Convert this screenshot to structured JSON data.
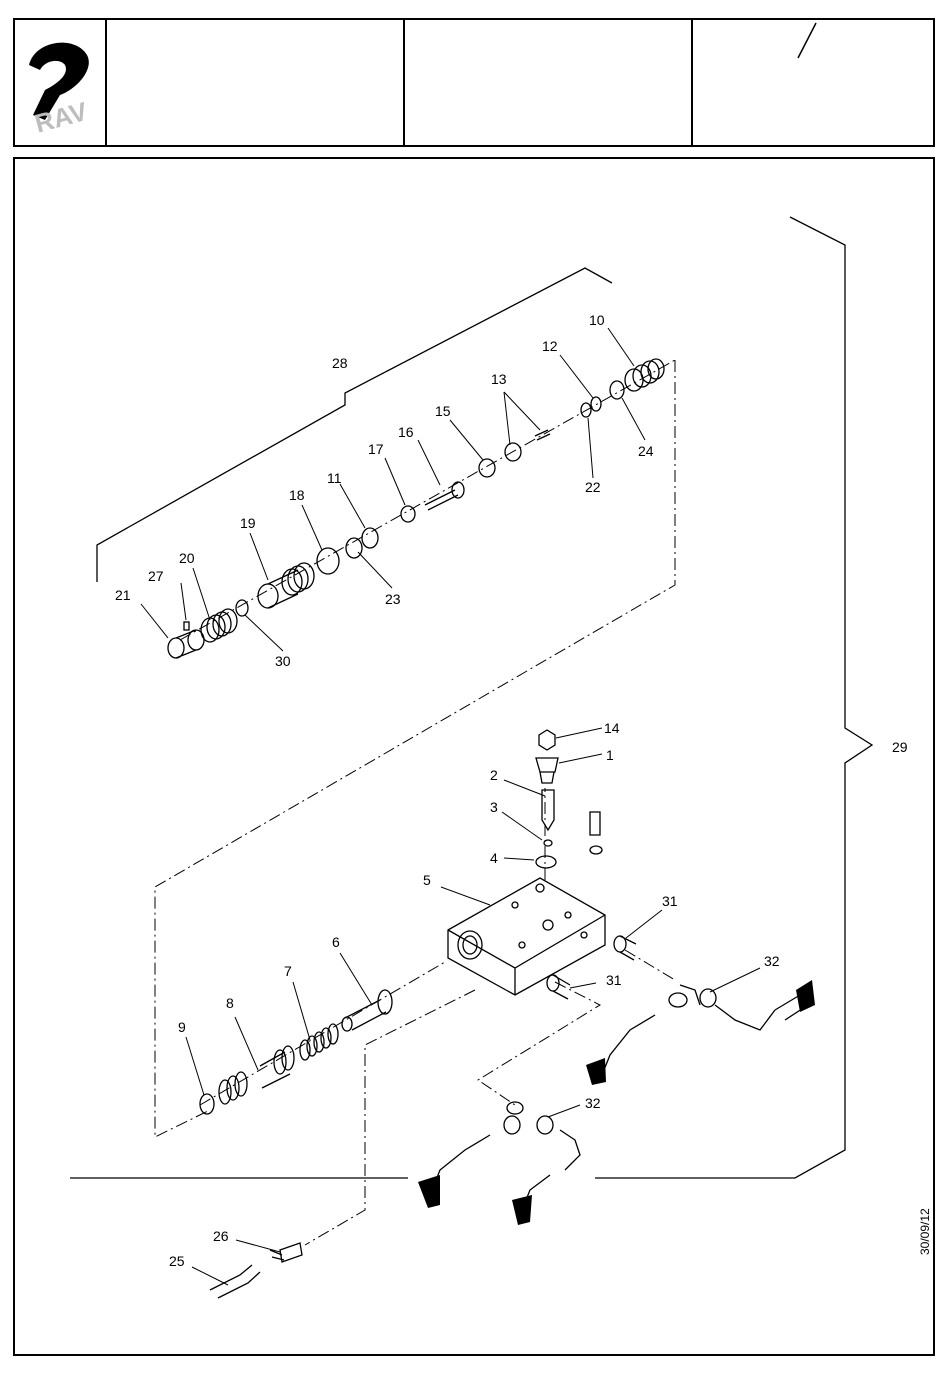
{
  "header": {
    "logo_text": "RAV",
    "cell2_text": "",
    "cell3_text": "",
    "cell4_text": ""
  },
  "date_stamp": "30/09/12",
  "callouts": {
    "c1": "1",
    "c2": "2",
    "c3": "3",
    "c4": "4",
    "c5": "5",
    "c6": "6",
    "c7": "7",
    "c8": "8",
    "c9": "9",
    "c10": "10",
    "c11": "11",
    "c12": "12",
    "c13": "13",
    "c14": "14",
    "c15": "15",
    "c16": "16",
    "c17": "17",
    "c18": "18",
    "c19": "19",
    "c20": "20",
    "c21": "21",
    "c22": "22",
    "c23": "23",
    "c24": "24",
    "c25": "25",
    "c26": "26",
    "c27": "27",
    "c28": "28",
    "c29": "29",
    "c30": "30",
    "c31a": "31",
    "c31b": "31",
    "c32a": "32",
    "c32b": "32"
  }
}
